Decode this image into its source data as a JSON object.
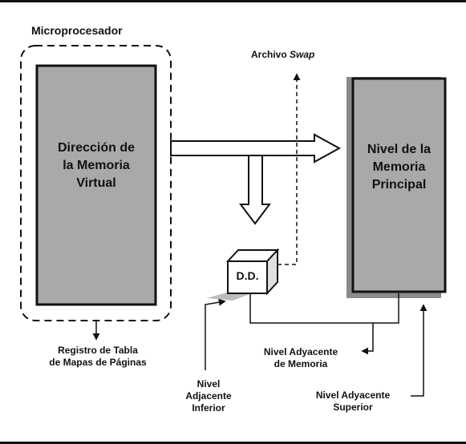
{
  "diagram": {
    "microprocessor_label": "Microprocesador",
    "virtual_memory_box": "Dirección de\nla Memoria\nVirtual",
    "main_memory_box": "Nivel de la\nMemoria\nPrincipal",
    "disk_label": "D.D.",
    "swap_label_prefix": "Archivo ",
    "swap_label_italic": "Swap",
    "page_table_label": "Registro de Tabla\nde Mapas de Páginas",
    "lower_level_label": "Nivel\nAdjacente\nInferior",
    "adjacent_memory_label": "Nivel Adyacente\nde Memoria",
    "upper_level_label": "Nivel Adyacente\nSuperior",
    "colors": {
      "box_fill": "#a9a9a9",
      "stroke": "#111111",
      "background": "#ffffff"
    }
  }
}
